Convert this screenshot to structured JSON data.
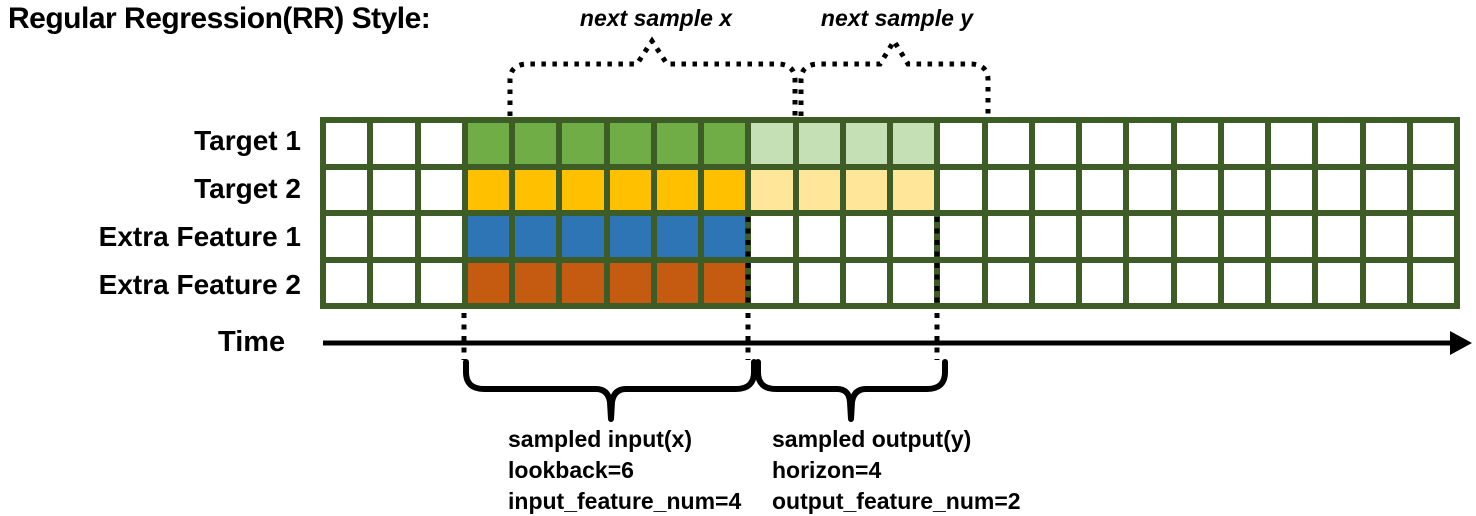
{
  "title": "Regular Regression(RR) Style:",
  "annotations": {
    "next_sample_x": "next sample x",
    "next_sample_y": "next sample y",
    "time_label": "Time",
    "input_lines": [
      "sampled input(x)",
      "lookback=6",
      "input_feature_num=4"
    ],
    "output_lines": [
      "sampled output(y)",
      "horizon=4",
      "output_feature_num=2"
    ]
  },
  "grid": {
    "columns": 24,
    "border_color": "#3E5C26",
    "empty_cell_color": "#FFFFFF",
    "rows": [
      {
        "label": "Target 1",
        "segments": [
          {
            "start": 3,
            "count": 6,
            "color": "#70AD47"
          },
          {
            "start": 9,
            "count": 4,
            "color": "#C5E0B4"
          }
        ]
      },
      {
        "label": "Target 2",
        "segments": [
          {
            "start": 3,
            "count": 6,
            "color": "#FFC000"
          },
          {
            "start": 9,
            "count": 4,
            "color": "#FFE699"
          }
        ]
      },
      {
        "label": "Extra Feature 1",
        "segments": [
          {
            "start": 3,
            "count": 6,
            "color": "#2E75B6"
          }
        ]
      },
      {
        "label": "Extra Feature 2",
        "segments": [
          {
            "start": 3,
            "count": 6,
            "color": "#C55A11"
          }
        ]
      }
    ],
    "params": {
      "lookback": 6,
      "horizon": 4,
      "input_feature_num": 4,
      "output_feature_num": 2
    },
    "line_color": "#000000"
  }
}
